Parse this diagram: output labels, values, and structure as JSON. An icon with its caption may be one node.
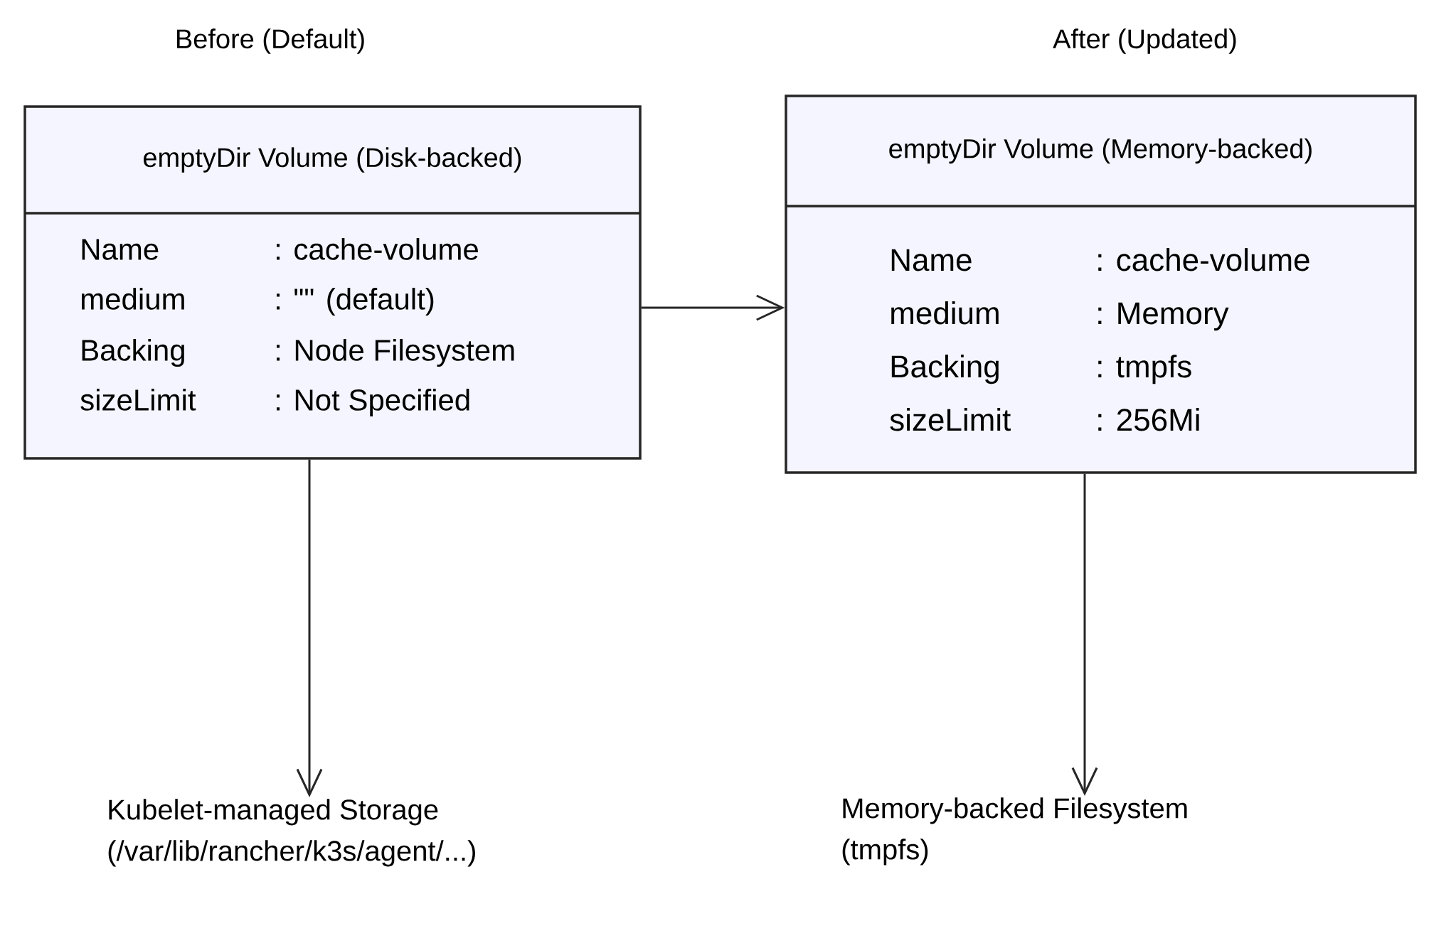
{
  "diagram": {
    "nodes": [
      {
        "text": [
          "Before (Default)",
          "emptyDir Volume (Disk-backed)",
          "Name",
          ": cache-volume",
          "medium",
          ": \"\" (default)",
          "Backing",
          ": Node Filesystem",
          "sizeLimit",
          ": Not Specified"
        ]
      },
      {
        "text": [
          "After (Updated)",
          "emptyDir Volume (Memory-backed)",
          "Name",
          ": cache-volume",
          "medium",
          ": Memory",
          "Backing",
          ": tmpfs",
          "sizeLimit",
          ": 256Mi"
        ]
      },
      {
        "text": [
          "Kubelet-managed Storage",
          "(/var/lib/rancher/k3s/agent/...)"
        ]
      },
      {
        "text": [
          "Memory-backed Filesystem",
          "(tmpfs)"
        ]
      }
    ],
    "edges": [
      {
        "from": 0,
        "to": 1,
        "arrow": "to"
      },
      {
        "from": 0,
        "to": 2,
        "arrow": "to"
      },
      {
        "from": 1,
        "to": 3,
        "arrow": "to"
      }
    ]
  }
}
